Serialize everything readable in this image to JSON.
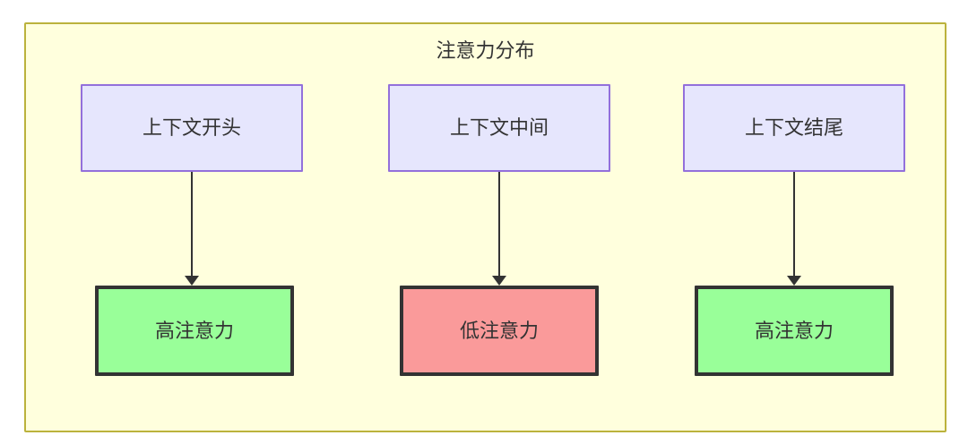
{
  "diagram": {
    "title": "注意力分布",
    "type": "flowchart",
    "direction": "top-to-bottom",
    "colors": {
      "container_fill": "#ffffdd",
      "container_border": "#bbb23c",
      "context_fill": "#e6e6fd",
      "context_border": "#9370db",
      "high_attention_fill": "#99ff99",
      "low_attention_fill": "#fa9a9a",
      "attention_border": "#333333",
      "edge": "#333333",
      "text": "#333333"
    },
    "columns": [
      {
        "context": {
          "label": "上下文开头"
        },
        "attention": {
          "label": "高注意力",
          "level": "high"
        }
      },
      {
        "context": {
          "label": "上下文中间"
        },
        "attention": {
          "label": "低注意力",
          "level": "low"
        }
      },
      {
        "context": {
          "label": "上下文结尾"
        },
        "attention": {
          "label": "高注意力",
          "level": "high"
        }
      }
    ],
    "edges": [
      {
        "from": "上下文开头",
        "to": "高注意力"
      },
      {
        "from": "上下文中间",
        "to": "低注意力"
      },
      {
        "from": "上下文结尾",
        "to": "高注意力"
      }
    ]
  }
}
